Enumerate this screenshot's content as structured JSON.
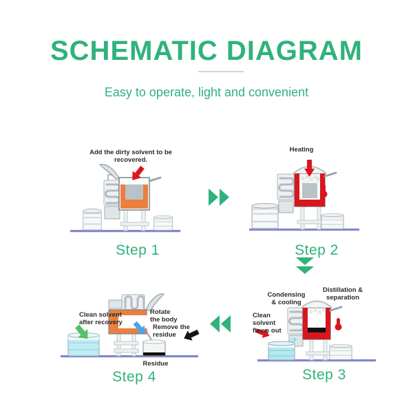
{
  "header": {
    "title": "SCHEMATIC DIAGRAM",
    "subtitle": "Easy to operate, light and convenient"
  },
  "steps": {
    "step1": {
      "label": "Step 1",
      "caption": "Add the dirty solvent to be recovered."
    },
    "step2": {
      "label": "Step 2",
      "caption": "Heating"
    },
    "step3": {
      "label": "Step 3",
      "caption_condensing": "Condensing & cooling",
      "caption_distillation": "Distillation & separation",
      "caption_clean_solvent": "Clean solvent flows out"
    },
    "step4": {
      "label": "Step 4",
      "caption_clean_solvent": "Clean solvent after recovery",
      "caption_rotate": "Rotate the body",
      "caption_remove": "Remove the residue",
      "caption_residue": "Residue"
    }
  },
  "icons": {
    "step1_to_step2": "double-chevron-right",
    "step2_to_step3": "double-chevron-down",
    "step3_to_step4": "double-chevron-left",
    "heating_indicator": "thermometer",
    "fill_indicator": "red-arrow"
  },
  "colors": {
    "green": "#2fb27b",
    "orange": "#ec7f3f",
    "red": "#da161d",
    "cyan": "#b5e9f0",
    "stream": "#8edbe9",
    "ground": "#8287cc",
    "blue_arrow": "#4da6ea",
    "green_arrow": "#56c169",
    "text_dark": "#2b2b2b"
  }
}
